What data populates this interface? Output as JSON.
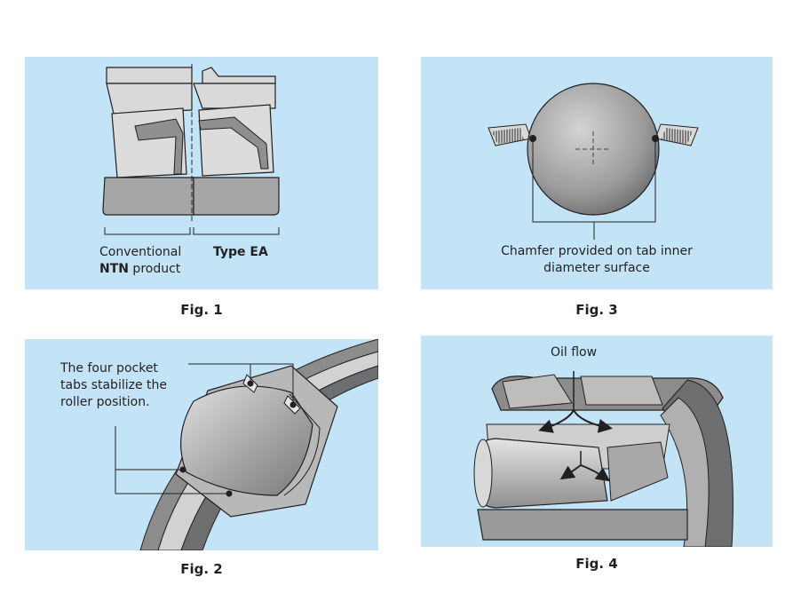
{
  "fig1": {
    "caption": "Fig. 1",
    "label_conventional_line1": "Conventional",
    "label_conventional_brand": "NTN",
    "label_conventional_rest": " product",
    "label_type": "Type EA"
  },
  "fig2": {
    "caption": "Fig. 2",
    "annotation": [
      "The four pocket",
      "tabs stabilize the",
      "roller position."
    ]
  },
  "fig3": {
    "caption": "Fig. 3",
    "annotation": [
      "Chamfer provided on tab inner",
      "diameter surface"
    ]
  },
  "fig4": {
    "caption": "Fig. 4",
    "annotation": "Oil flow"
  },
  "colors": {
    "panel_bg": "#c3e4f6",
    "metal_light": "#d9d9d9",
    "metal_mid": "#a6a6a6",
    "metal_dark": "#6d6e70",
    "line": "#231f20"
  }
}
